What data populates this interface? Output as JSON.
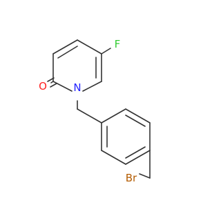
{
  "molecule": {
    "atoms": [
      {
        "id": "F",
        "symbol": "F",
        "color": "#33cc33"
      },
      {
        "id": "O",
        "symbol": "O",
        "color": "#ff2222"
      },
      {
        "id": "N",
        "symbol": "N",
        "color": "#2222ff"
      },
      {
        "id": "Br",
        "symbol": "Br",
        "color": "#b35b00"
      }
    ],
    "bond_color": "#333333"
  }
}
